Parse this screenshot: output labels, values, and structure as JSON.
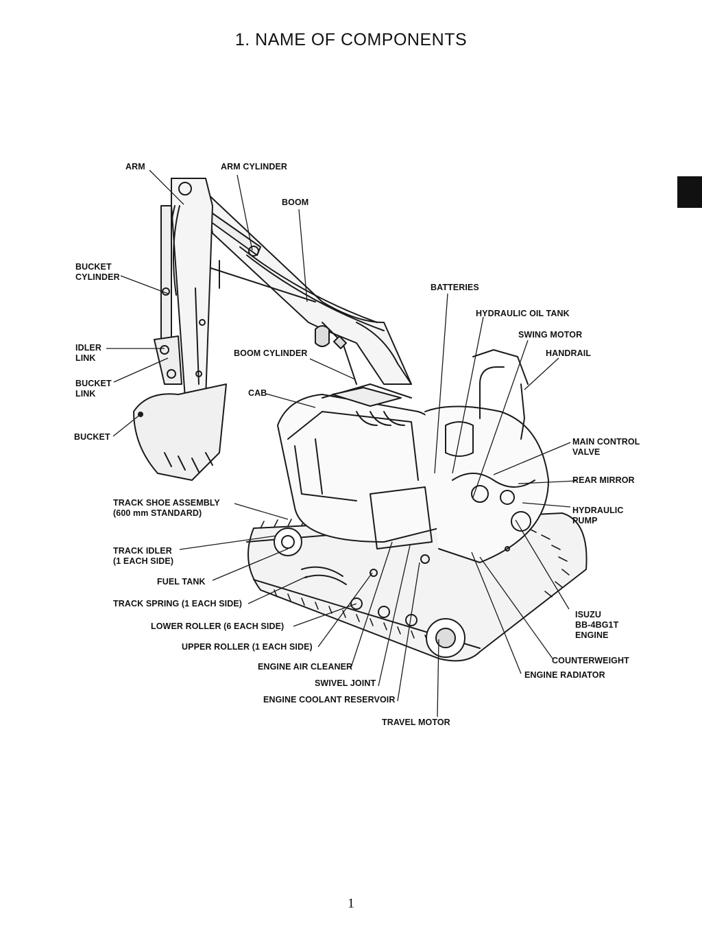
{
  "page": {
    "title": "1.  NAME OF COMPONENTS",
    "page_number": "1"
  },
  "labels": {
    "arm": "ARM",
    "arm_cylinder": "ARM CYLINDER",
    "boom": "BOOM",
    "bucket_cylinder_1": "BUCKET",
    "bucket_cylinder_2": "CYLINDER",
    "batteries": "BATTERIES",
    "hydraulic_oil_tank": "HYDRAULIC OIL TANK",
    "swing_motor": "SWING MOTOR",
    "idler_link_1": "IDLER",
    "idler_link_2": "LINK",
    "boom_cylinder": "BOOM CYLINDER",
    "handrail": "HANDRAIL",
    "bucket_link_1": "BUCKET",
    "bucket_link_2": "LINK",
    "cab": "CAB",
    "bucket": "BUCKET",
    "main_control_valve_1": "MAIN CONTROL",
    "main_control_valve_2": "VALVE",
    "rear_mirror": "REAR MIRROR",
    "track_shoe_assembly_1": "TRACK SHOE ASSEMBLY",
    "track_shoe_assembly_2": "(600 mm STANDARD)",
    "hydraulic_pump_1": "HYDRAULIC",
    "hydraulic_pump_2": "PUMP",
    "track_idler_1": "TRACK IDLER",
    "track_idler_2": "(1 EACH SIDE)",
    "fuel_tank": "FUEL TANK",
    "track_spring": "TRACK SPRING (1 EACH SIDE)",
    "isuzu_engine_1": "ISUZU",
    "isuzu_engine_2": "BB-4BG1T",
    "isuzu_engine_3": "ENGINE",
    "lower_roller": "LOWER ROLLER (6 EACH SIDE)",
    "upper_roller": "UPPER ROLLER (1 EACH SIDE)",
    "counterweight": "COUNTERWEIGHT",
    "engine_air_cleaner": "ENGINE AIR CLEANER",
    "engine_radiator": "ENGINE RADIATOR",
    "swivel_joint": "SWIVEL JOINT",
    "engine_coolant_reservoir": "ENGINE COOLANT RESERVOIR",
    "travel_motor": "TRAVEL MOTOR"
  }
}
